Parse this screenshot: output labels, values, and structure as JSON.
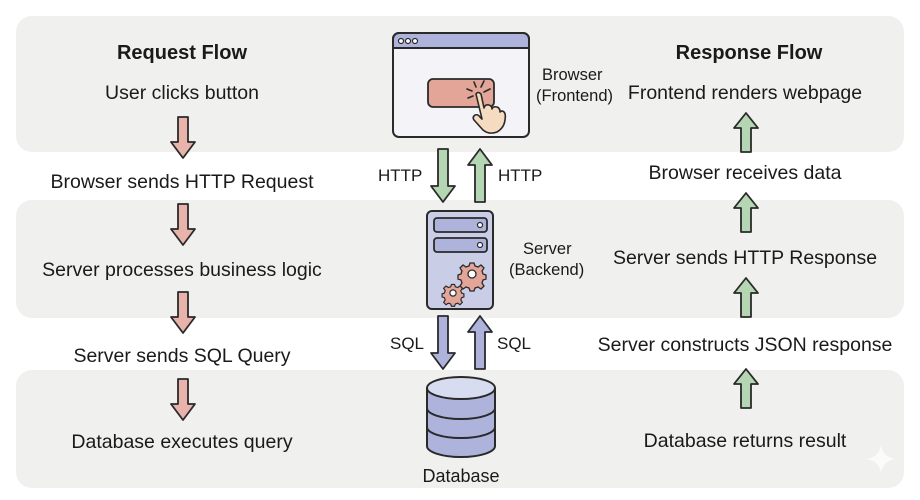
{
  "request_flow": {
    "heading": "Request Flow",
    "steps": [
      "User clicks button",
      "Browser sends HTTP Request",
      "Server processes business logic",
      "Server sends SQL Query",
      "Database executes query"
    ]
  },
  "response_flow": {
    "heading": "Response Flow",
    "steps": [
      "Frontend renders webpage",
      "Browser receives data",
      "Server sends HTTP Response",
      "Server constructs JSON response",
      "Database returns result"
    ]
  },
  "components": {
    "browser": {
      "name": "Browser",
      "role": "(Frontend)",
      "icon": "browser-window-icon"
    },
    "server": {
      "name": "Server",
      "role": "(Backend)",
      "icon": "server-icon"
    },
    "database": {
      "name": "Database",
      "icon": "database-icon"
    }
  },
  "connections": {
    "browser_server": {
      "down_label": "HTTP",
      "up_label": "HTTP",
      "color": "#b5d6b2"
    },
    "server_database": {
      "down_label": "SQL",
      "up_label": "SQL",
      "color": "#aeb3dc"
    }
  },
  "colors": {
    "band": "#f0f0ee",
    "request_arrow": "#e8b3ab",
    "response_arrow": "#b5d6b2",
    "browser_titlebar": "#aeb3dc",
    "browser_button": "#e2a598",
    "server_body": "#c9cde6",
    "database_body": "#aeb3dc",
    "gear": "#e2a598"
  }
}
